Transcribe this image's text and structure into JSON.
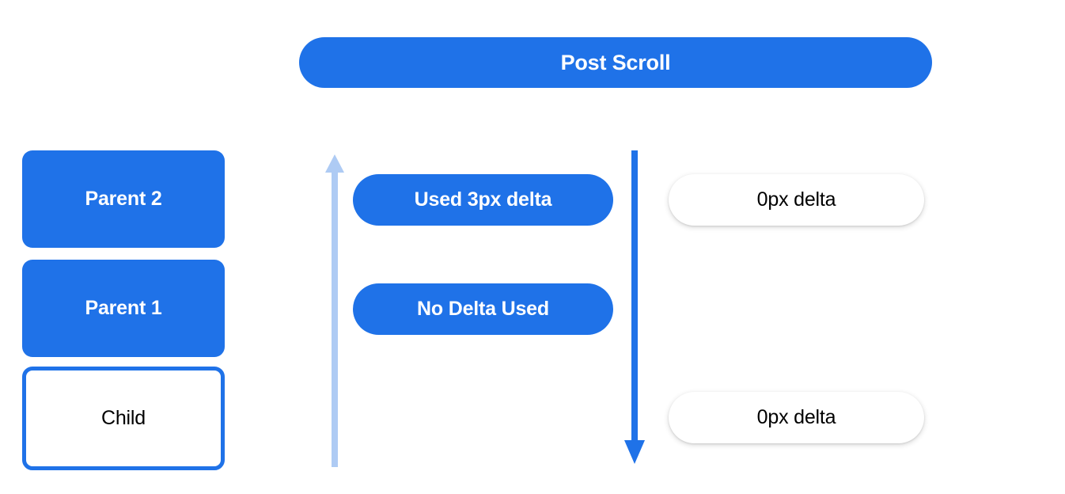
{
  "header": {
    "title": "Post Scroll"
  },
  "colors": {
    "brand_blue": "#1f72e8",
    "light_blue_arrow": "#aecbf4",
    "text_on_blue": "#ffffff",
    "text_dark": "#000000",
    "background": "#ffffff"
  },
  "left_stack": {
    "items": [
      {
        "label": "Parent 2",
        "style": "filled"
      },
      {
        "label": "Parent 1",
        "style": "filled"
      },
      {
        "label": "Child",
        "style": "outlined"
      }
    ]
  },
  "arrows": [
    {
      "name": "scroll-up-arrow",
      "direction": "up",
      "color": "#aecbf4"
    },
    {
      "name": "scroll-down-arrow",
      "direction": "down",
      "color": "#1f72e8"
    }
  ],
  "middle_pills": [
    {
      "label": "Used 3px delta"
    },
    {
      "label": "No Delta Used"
    }
  ],
  "right_pills": [
    {
      "label": "0px delta"
    },
    {
      "label": "0px delta"
    }
  ]
}
